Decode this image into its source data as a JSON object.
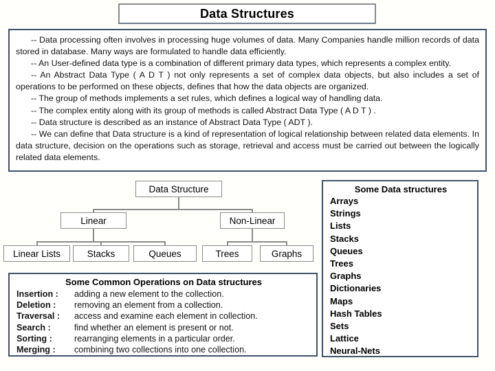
{
  "page": {
    "title": "Data Structures",
    "accent_border": "#3f5266",
    "node_border": "#8a8a8a",
    "background": "#fffffc"
  },
  "intro": {
    "paragraphs": [
      "-- Data processing often involves in processing huge volumes of data. Many Companies handle million records of data stored in database. Many ways are formulated to handle data efficiently.",
      "-- An User-defined data type is a combination of different primary data types, which represents a complex entity.",
      "-- An Abstract Data Type ( A D T ) not only represents a set of complex data objects, but also includes a set of operations to be performed on these objects, defines that how the data objects are organized.",
      "-- The group of methods implements a set rules, which defines a logical way of handling data.",
      "-- The complex entity along with its group of methods is called Abstract Data Type ( A D T ) .",
      "--  Data structure is described as an instance of Abstract Data Type ( ADT ).",
      "-- We can define that Data structure is a kind of representation of logical relationship between related data elements. In data structure, decision on the operations such as storage, retrieval and access must be carried out between the logically related data elements."
    ]
  },
  "tree": {
    "root": "Data Structure",
    "linear": "Linear",
    "non_linear": "Non-Linear",
    "linear_children": [
      "Linear Lists",
      "Stacks",
      "Queues"
    ],
    "non_linear_children": [
      "Trees",
      "Graphs"
    ]
  },
  "operations": {
    "title": "Some Common Operations on Data structures",
    "rows": [
      {
        "label": "Insertion :",
        "desc": "adding a new element to the collection."
      },
      {
        "label": "Deletion :",
        "desc": "removing an element from a collection."
      },
      {
        "label": "Traversal :",
        "desc": "access and examine each element in collection."
      },
      {
        "label": "Search :",
        "desc": "find whether an element is present or not."
      },
      {
        "label": "Sorting :",
        "desc": "rearranging elements in a particular order."
      },
      {
        "label": "Merging :",
        "desc": "combining two collections into one collection."
      }
    ]
  },
  "some_structures": {
    "title": "Some Data structures",
    "items": [
      "Arrays",
      "Strings",
      "Lists",
      "Stacks",
      "Queues",
      "Trees",
      "Graphs",
      "Dictionaries",
      "Maps",
      "Hash Tables",
      "Sets",
      "Lattice",
      "Neural-Nets"
    ]
  }
}
